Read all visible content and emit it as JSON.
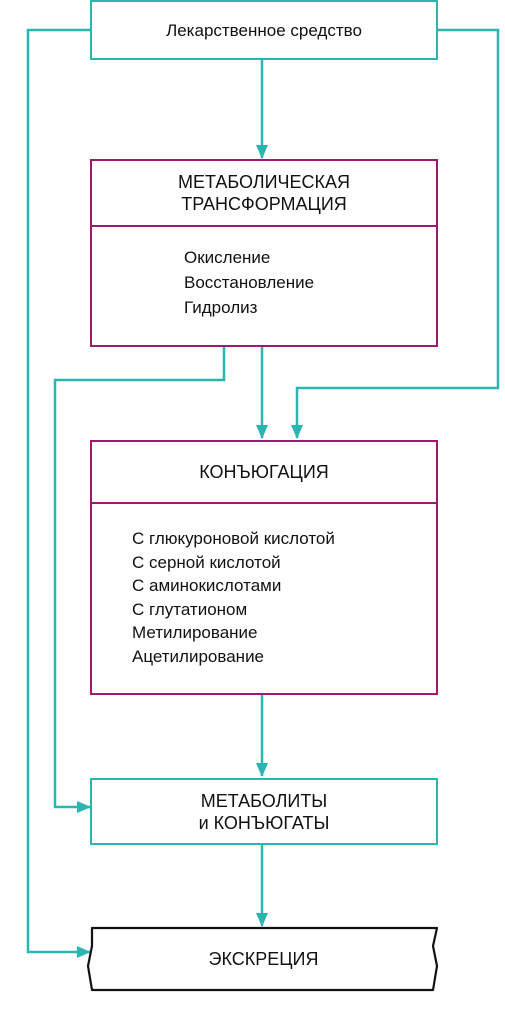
{
  "drug": {
    "label": "Лекарственное средство"
  },
  "metabolic": {
    "title_line1": "МЕТАБОЛИЧЕСКАЯ",
    "title_line2": "ТРАНСФОРМАЦИЯ",
    "items": [
      "Окисление",
      "Восстановление",
      "Гидролиз"
    ]
  },
  "conjugation": {
    "title": "КОНЪЮГАЦИЯ",
    "items": [
      "С глюкуроновой кислотой",
      "С серной кислотой",
      "С аминокислотами",
      "С глутатионом",
      "Метилирование",
      "Ацетилирование"
    ]
  },
  "metabolites": {
    "line1": "МЕТАБОЛИТЫ",
    "line2": "и КОНЪЮГАТЫ"
  },
  "excretion": {
    "label": "ЭКСКРЕЦИЯ"
  },
  "colors": {
    "arrow": "#2ab5b0",
    "teal_border": "#2ab5b0",
    "purple_border": "#9e1a6e",
    "text": "#111111"
  }
}
